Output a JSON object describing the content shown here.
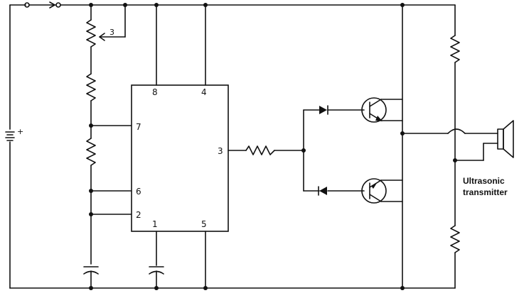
{
  "ic": {
    "pins": {
      "p8": "8",
      "p4": "4",
      "p7": "7",
      "p3": "3",
      "p6": "6",
      "p2": "2",
      "p1": "1",
      "p5": "5"
    }
  },
  "pot_label": "3",
  "battery_sign": "+",
  "speaker_label_line1": "Ultrasonic",
  "speaker_label_line2": "transmitter"
}
